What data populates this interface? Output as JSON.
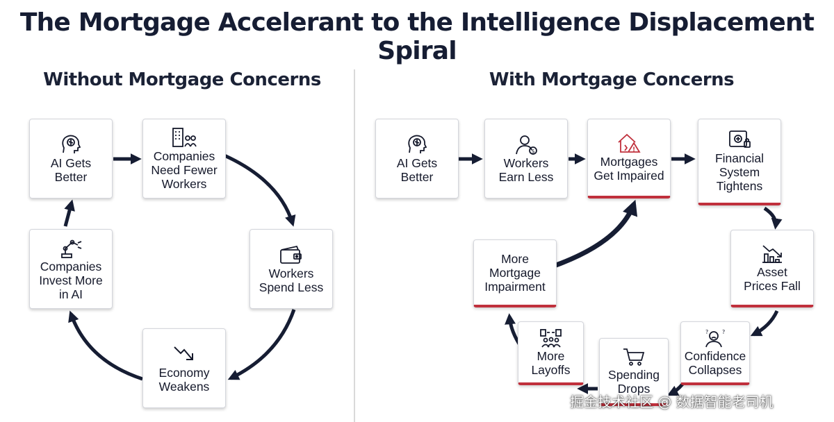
{
  "title": "The Mortgage Accelerant to the Intelligence Displacement Spiral",
  "left_panel": {
    "heading": "Without Mortgage Concerns",
    "nodes": [
      {
        "label": "AI Gets\nBetter",
        "icon": "brain-head-icon"
      },
      {
        "label": "Companies\nNeed Fewer\nWorkers",
        "icon": "office-building-people-icon"
      },
      {
        "label": "Workers\nSpend Less",
        "icon": "wallet-icon"
      },
      {
        "label": "Economy\nWeakens",
        "icon": "downtrend-arrow-icon"
      },
      {
        "label": "Companies\nInvest More\nin AI",
        "icon": "robot-arm-icon"
      }
    ]
  },
  "right_panel": {
    "heading": "With Mortgage Concerns",
    "nodes": [
      {
        "label": "AI Gets\nBetter",
        "icon": "brain-head-icon"
      },
      {
        "label": "Workers\nEarn Less",
        "icon": "worker-dollar-icon"
      },
      {
        "label": "Mortgages\nGet Impaired",
        "icon": "house-warning-icon",
        "accent": "#c0303c"
      },
      {
        "label": "Financial\nSystem\nTightens",
        "icon": "bank-vault-lock-icon",
        "accent": "#c0303c"
      },
      {
        "label": "Asset\nPrices Fall",
        "icon": "falling-bar-chart-icon",
        "accent": "#c0303c"
      },
      {
        "label": "Confidence\nCollapses",
        "icon": "worried-person-icon",
        "accent": "#c0303c"
      },
      {
        "label": "Spending\nDrops",
        "icon": "shopping-cart-icon",
        "accent": "#c0303c"
      },
      {
        "label": "More\nLayoffs",
        "icon": "layoffs-people-icon",
        "accent": "#c0303c"
      },
      {
        "label": "More\nMortgage\nImpairment",
        "icon": "",
        "accent": "#c0303c"
      }
    ]
  },
  "watermark": "掘金技术社区 @ 数据智能老司机",
  "colors": {
    "arrow": "#161d33",
    "accent": "#c0303c"
  }
}
